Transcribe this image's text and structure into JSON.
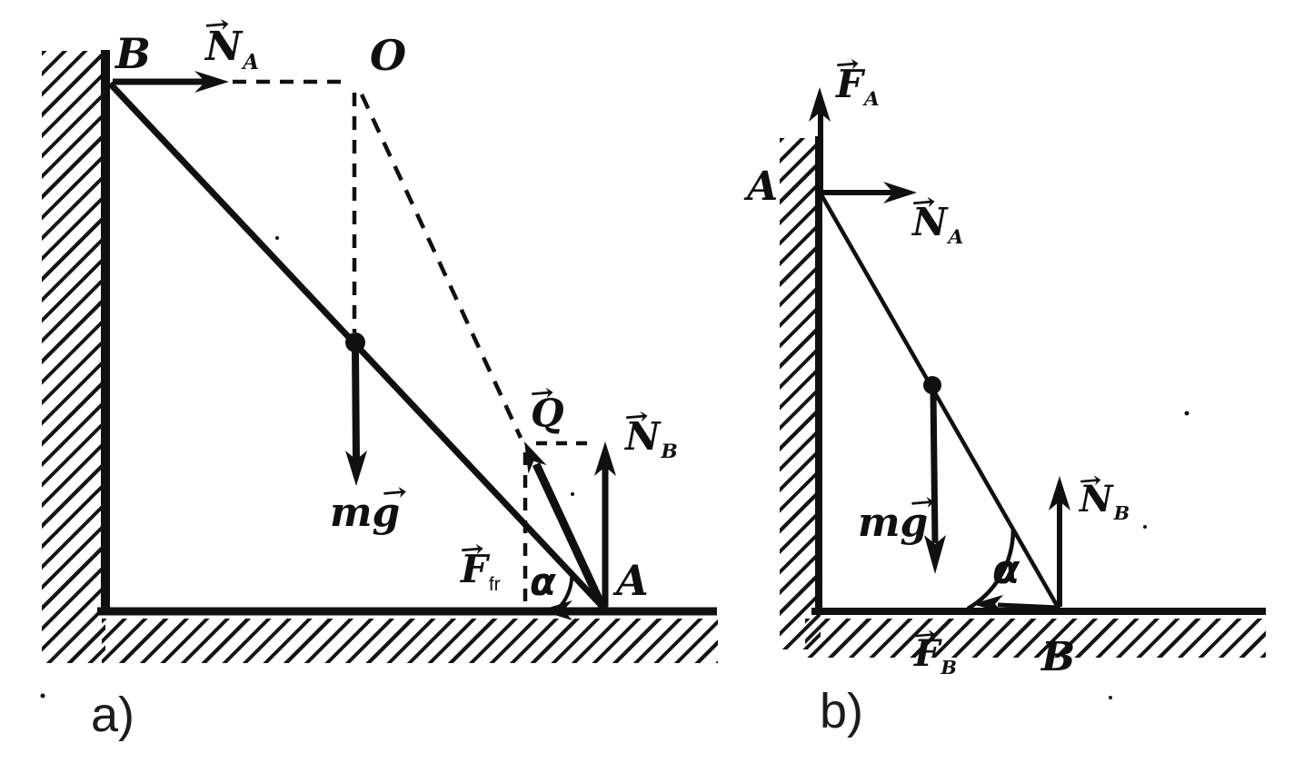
{
  "symbols": {
    "vector_arrow": "→"
  },
  "diagram_a": {
    "caption": "a)",
    "point_b": "B",
    "point_o": "O",
    "point_a": "A",
    "angle": "α",
    "forces": {
      "n_a": {
        "base": "N",
        "sub": "A"
      },
      "mg": {
        "base": "mg"
      },
      "q": {
        "base": "Q"
      },
      "n_b": {
        "base": "N",
        "sub": "B"
      },
      "f_fr": {
        "base": "F",
        "sub": "fr"
      }
    }
  },
  "diagram_b": {
    "caption": "b)",
    "point_a": "A",
    "point_b": "B",
    "angle": "α",
    "forces": {
      "f_a": {
        "base": "F",
        "sub": "A"
      },
      "n_a": {
        "base": "N",
        "sub": "A"
      },
      "mg": {
        "base": "mg"
      },
      "n_b": {
        "base": "N",
        "sub": "B"
      },
      "f_b": {
        "base": "F",
        "sub": "B"
      }
    }
  }
}
